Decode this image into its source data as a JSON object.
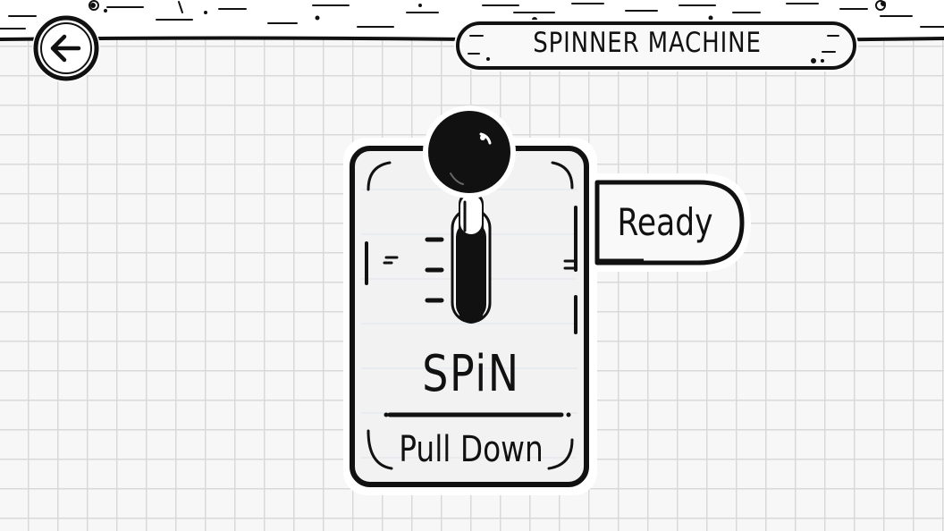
{
  "header": {
    "title": "SPINNER MACHINE",
    "back_icon": "arrow-left-icon"
  },
  "machine": {
    "spin_label": "SPiN",
    "pull_label": "Pull Down"
  },
  "status": {
    "text": "Ready"
  },
  "colors": {
    "ink": "#111111",
    "paper": "#f7f7f7",
    "grid": "#d9d9d9",
    "card": "#f2f2f2"
  }
}
